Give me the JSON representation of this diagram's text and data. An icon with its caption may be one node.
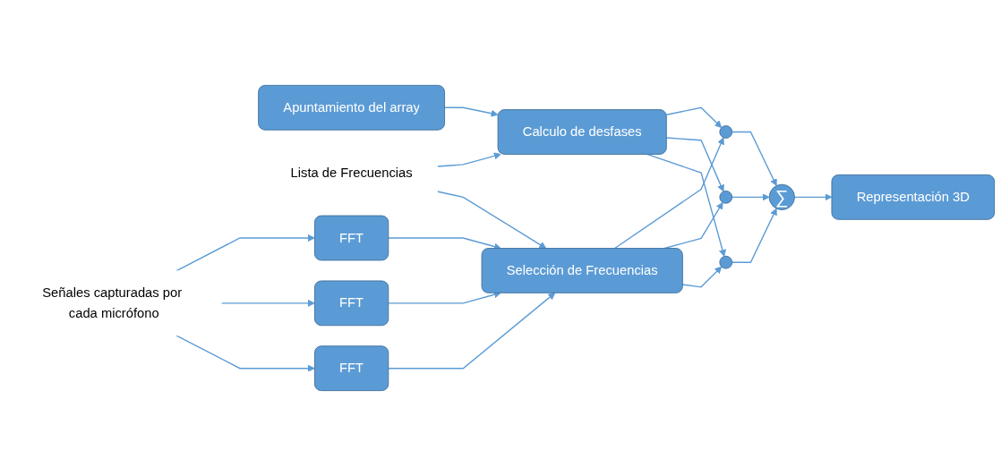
{
  "diagram": {
    "nodes": [
      {
        "text": [
          "Apuntamiento del array"
        ]
      },
      {
        "text": [
          "Calculo de desfases"
        ]
      },
      {
        "text": [
          "Lista de Frecuencias"
        ]
      },
      {
        "text": [
          "Señales capturadas por cada micrófono"
        ]
      },
      {
        "text": [
          "FFT"
        ]
      },
      {
        "text": [
          "FFT"
        ]
      },
      {
        "text": [
          "FFT"
        ]
      },
      {
        "text": [
          "Selección de Frecuencias"
        ]
      },
      {
        "text": [],
        "shape": "circle"
      },
      {
        "text": [],
        "shape": "circle"
      },
      {
        "text": [],
        "shape": "circle"
      },
      {
        "text": [
          "∑"
        ]
      },
      {
        "text": [
          "Representación 3D"
        ]
      }
    ],
    "edges": [
      {
        "from": 0,
        "to": 1,
        "arrow": "to"
      },
      {
        "from": 2,
        "to": 1,
        "arrow": "to"
      },
      {
        "from": 2,
        "to": 7,
        "arrow": "to"
      },
      {
        "from": 3,
        "to": 4,
        "arrow": "to"
      },
      {
        "from": 3,
        "to": 5,
        "arrow": "to"
      },
      {
        "from": 3,
        "to": 6,
        "arrow": "to"
      },
      {
        "from": 4,
        "to": 7,
        "arrow": "to"
      },
      {
        "from": 5,
        "to": 7,
        "arrow": "to"
      },
      {
        "from": 6,
        "to": 7,
        "arrow": "to"
      },
      {
        "from": 7,
        "to": 8,
        "arrow": "to"
      },
      {
        "from": 7,
        "to": 9,
        "arrow": "to"
      },
      {
        "from": 7,
        "to": 10,
        "arrow": "to"
      },
      {
        "from": 1,
        "to": 8,
        "arrow": "to"
      },
      {
        "from": 1,
        "to": 9,
        "arrow": "to"
      },
      {
        "from": 1,
        "to": 10,
        "arrow": "to"
      },
      {
        "from": 8,
        "to": 11,
        "arrow": "to"
      },
      {
        "from": 9,
        "to": 11,
        "arrow": "to"
      },
      {
        "from": 10,
        "to": 11,
        "arrow": "to"
      },
      {
        "from": 11,
        "to": 12,
        "arrow": "to"
      }
    ]
  }
}
